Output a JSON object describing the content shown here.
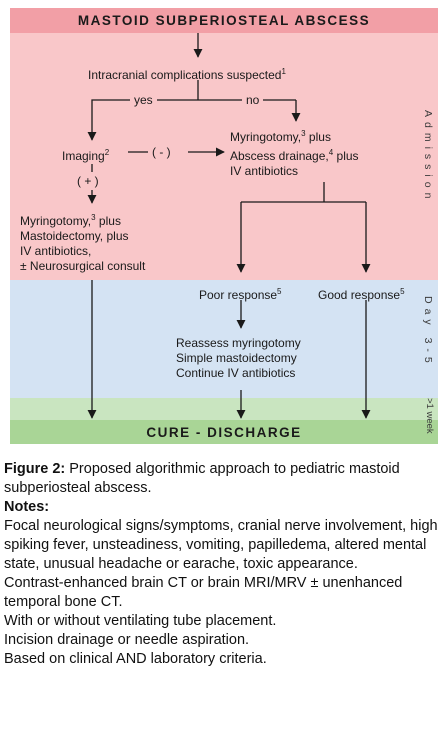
{
  "diagram": {
    "title": "MASTOID SUBPERIOSTEAL ABSCESS",
    "footer": "CURE - DISCHARGE",
    "q_intracranial": "Intracranial complications suspected",
    "q_sup": "1",
    "yes": "yes",
    "no": "no",
    "imaging": "Imaging",
    "imaging_sup": "2",
    "neg": "( - )",
    "pos": "( + )",
    "right_l1": "Myringotomy,",
    "right_l1_sup": "3",
    "right_l1_b": " plus",
    "right_l2": "Abscess drainage,",
    "right_l2_sup": "4",
    "right_l2_b": " plus",
    "right_l3": "IV antibiotics",
    "left_l1": "Myringotomy,",
    "left_l1_sup": "3",
    "left_l1_b": " plus",
    "left_l2": "Mastoidectomy, plus",
    "left_l3": "IV antibiotics,",
    "left_l4": "± Neurosurgical consult",
    "poor": "Poor response",
    "poor_sup": "5",
    "good": "Good response",
    "good_sup": "5",
    "reassess_l1": "Reassess myringotomy",
    "reassess_l2": "Simple mastoidectomy",
    "reassess_l3": "Continue IV antibiotics",
    "side_admission": "Admission",
    "side_day": "Day 3-5",
    "side_week": ">1 week",
    "colors": {
      "pink": "#f9c7c9",
      "title_pink": "#f29fa6",
      "blue": "#d4e3f3",
      "green": "#c9e5c0",
      "footer_green": "#a9d596"
    }
  },
  "caption": {
    "figure_label": "Figure 2:",
    "figure_text": " Proposed algorithmic approach to pediatric mastoid subperiosteal abscess.",
    "notes_label": "Notes:",
    "notes": [
      "Focal neurological signs/symptoms, cranial nerve involvement, high spiking fever, unsteadiness, vomiting, papilledema, altered mental state, unusual headache or earache, toxic appearance.",
      "Contrast-enhanced brain CT or brain MRI/MRV ± unenhanced temporal bone CT.",
      "With or without ventilating tube placement.",
      "Incision drainage or needle aspiration.",
      "Based on clinical AND laboratory criteria."
    ]
  }
}
